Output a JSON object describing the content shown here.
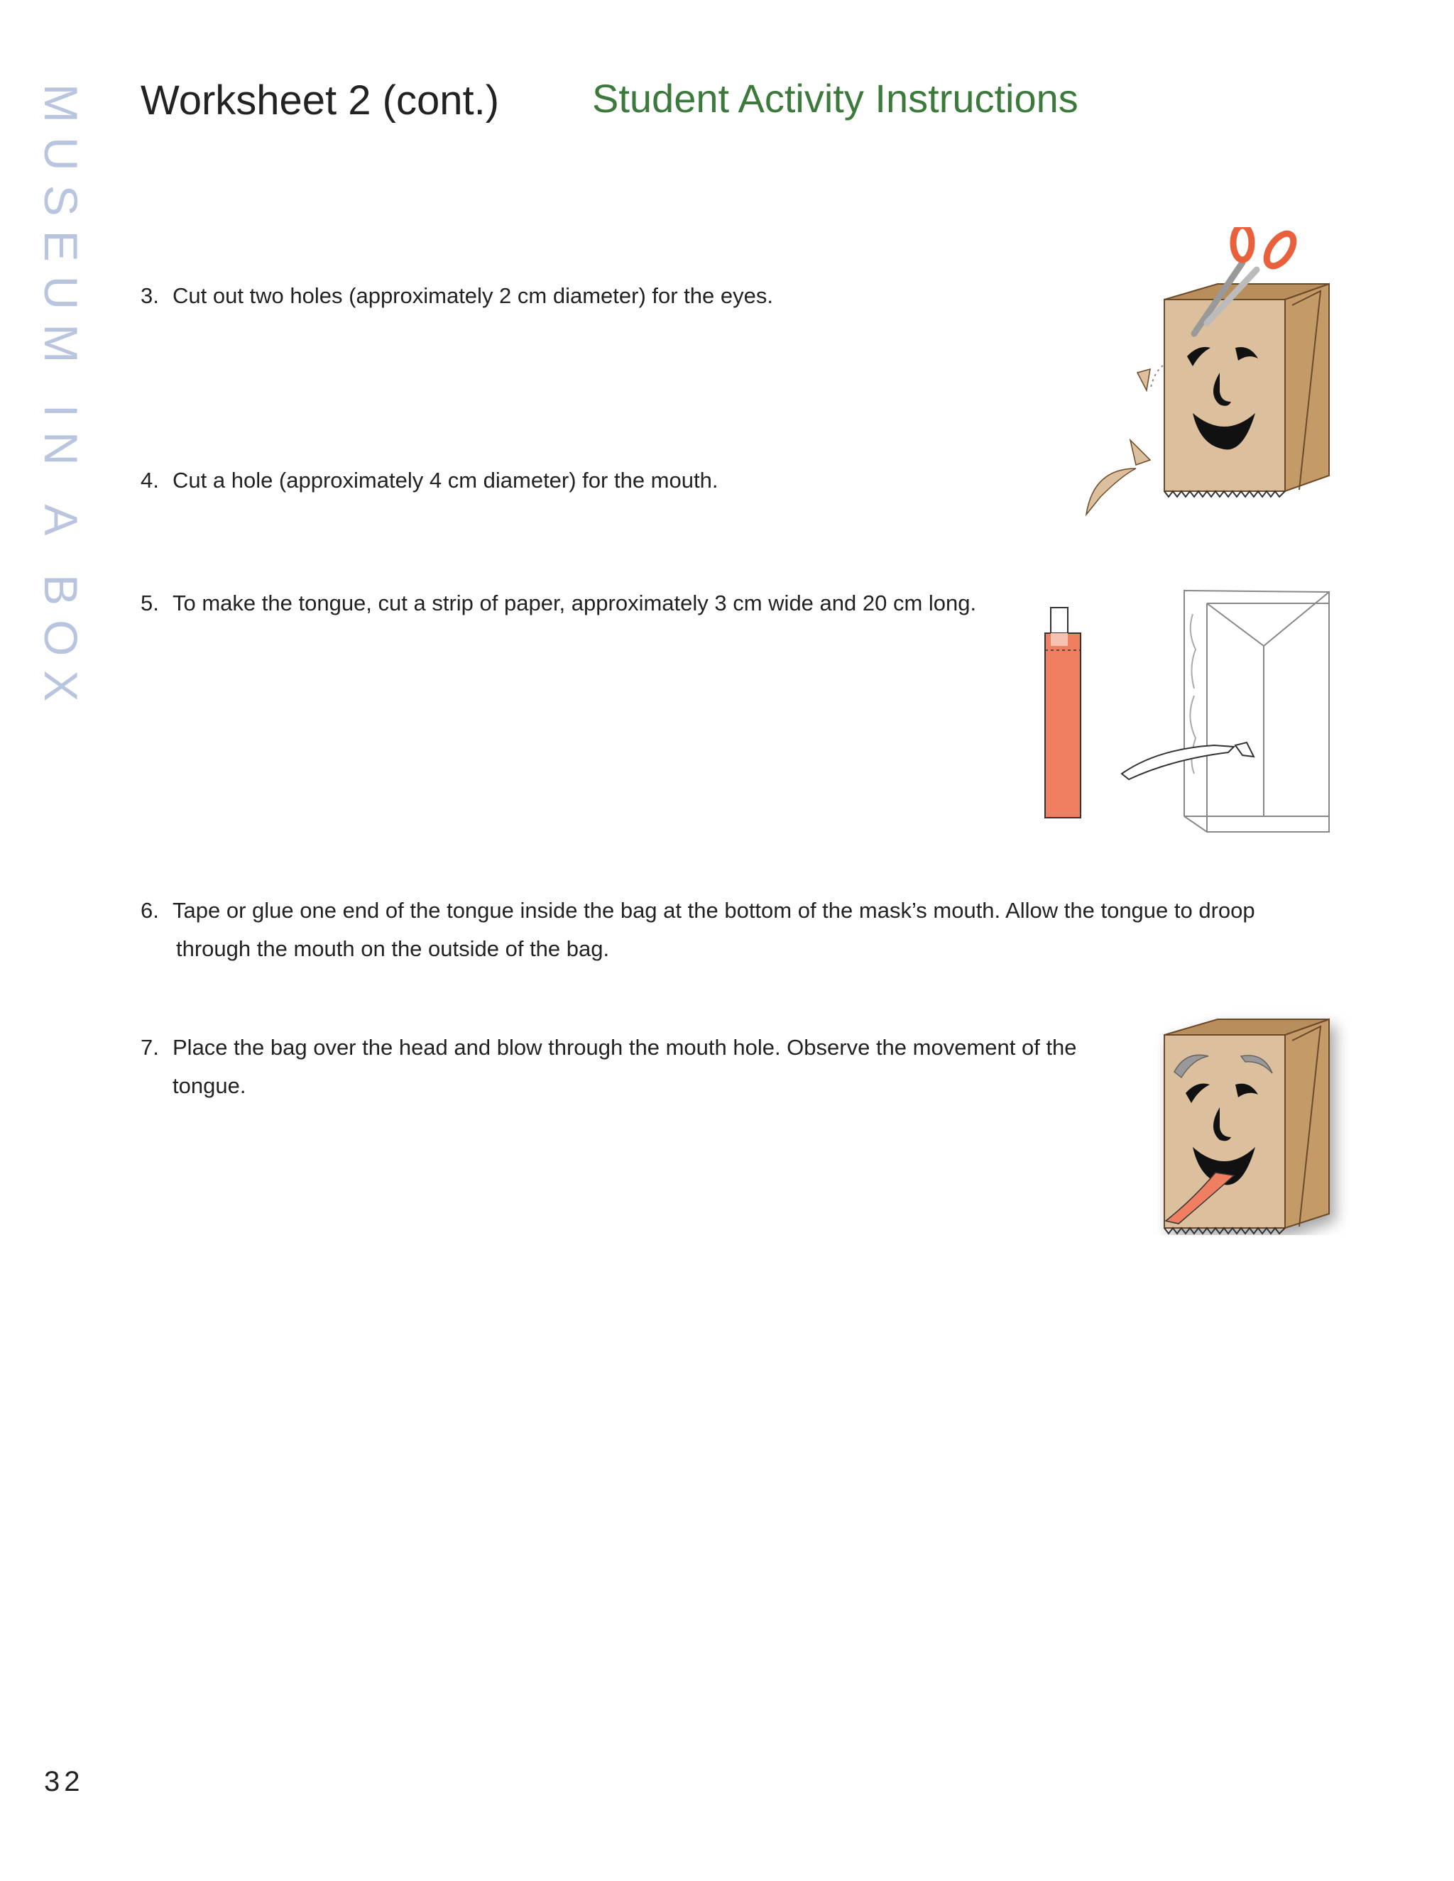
{
  "side_label": "MUSEUM IN A BOX",
  "header": {
    "worksheet_title": "Worksheet 2 (cont.)",
    "section_title": "Student Activity Instructions"
  },
  "steps": [
    {
      "number": "3.",
      "text": "Cut out two holes (approximately 2 cm diameter) for the eyes."
    },
    {
      "number": "4.",
      "text": "Cut a hole (approximately 4 cm diameter) for the mouth."
    },
    {
      "number": "5.",
      "text": "To make the tongue, cut a strip of paper, approximately 3 cm wide and 20 cm long."
    },
    {
      "number": "6.",
      "text": "Tape or glue one end of the tongue inside the bag at the bottom of the mask’s mouth. Allow the tongue to droop",
      "text_cont": "through the mouth on the outside of the bag."
    },
    {
      "number": "7.",
      "text": "Place the bag over the head and blow through the mouth hole. Observe the movement of the",
      "text_cont": "tongue."
    }
  ],
  "colors": {
    "bag_front": "#dcbf9d",
    "bag_side": "#c49a66",
    "bag_top": "#b98e5d",
    "scissors": "#e8603c",
    "tongue": "#f07e60",
    "side_label": "#b9c4de",
    "section_title": "#3c7a3c"
  },
  "icons": [
    "scissors-icon",
    "paper-bag-icon",
    "tongue-strip-icon"
  ],
  "page_number": "32"
}
